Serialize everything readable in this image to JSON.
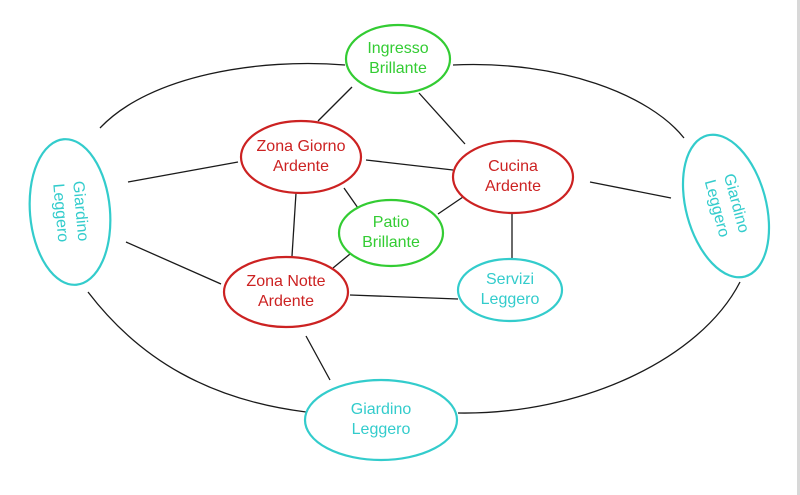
{
  "diagram": {
    "nodes": [
      {
        "id": "ingresso",
        "lines": [
          "Ingresso",
          "Brillante"
        ],
        "color": "#33cc33"
      },
      {
        "id": "zona-giorno",
        "lines": [
          "Zona Giorno",
          "Ardente"
        ],
        "color": "#cc2222"
      },
      {
        "id": "cucina",
        "lines": [
          "Cucina",
          "Ardente"
        ],
        "color": "#cc2222"
      },
      {
        "id": "patio",
        "lines": [
          "Patio",
          "Brillante"
        ],
        "color": "#33cc33"
      },
      {
        "id": "zona-notte",
        "lines": [
          "Zona Notte",
          "Ardente"
        ],
        "color": "#cc2222"
      },
      {
        "id": "servizi",
        "lines": [
          "Servizi",
          "Leggero"
        ],
        "color": "#33cccc"
      },
      {
        "id": "giardino-left",
        "lines": [
          "Giardino",
          "Leggero"
        ],
        "color": "#33cccc"
      },
      {
        "id": "giardino-right",
        "lines": [
          "Giardino",
          "Leggero"
        ],
        "color": "#33cccc"
      },
      {
        "id": "giardino-bottom",
        "lines": [
          "Giardino",
          "Leggero"
        ],
        "color": "#33cccc"
      }
    ],
    "edges": [
      [
        "ingresso",
        "zona-giorno"
      ],
      [
        "ingresso",
        "cucina"
      ],
      [
        "ingresso",
        "giardino-left"
      ],
      [
        "ingresso",
        "giardino-right"
      ],
      [
        "zona-giorno",
        "cucina"
      ],
      [
        "zona-giorno",
        "patio"
      ],
      [
        "zona-giorno",
        "zona-notte"
      ],
      [
        "zona-giorno",
        "giardino-left"
      ],
      [
        "cucina",
        "patio"
      ],
      [
        "cucina",
        "servizi"
      ],
      [
        "cucina",
        "giardino-right"
      ],
      [
        "patio",
        "zona-notte"
      ],
      [
        "zona-notte",
        "servizi"
      ],
      [
        "zona-notte",
        "giardino-left"
      ],
      [
        "zona-notte",
        "giardino-bottom"
      ],
      [
        "giardino-left",
        "giardino-bottom"
      ],
      [
        "giardino-right",
        "giardino-bottom"
      ]
    ]
  }
}
